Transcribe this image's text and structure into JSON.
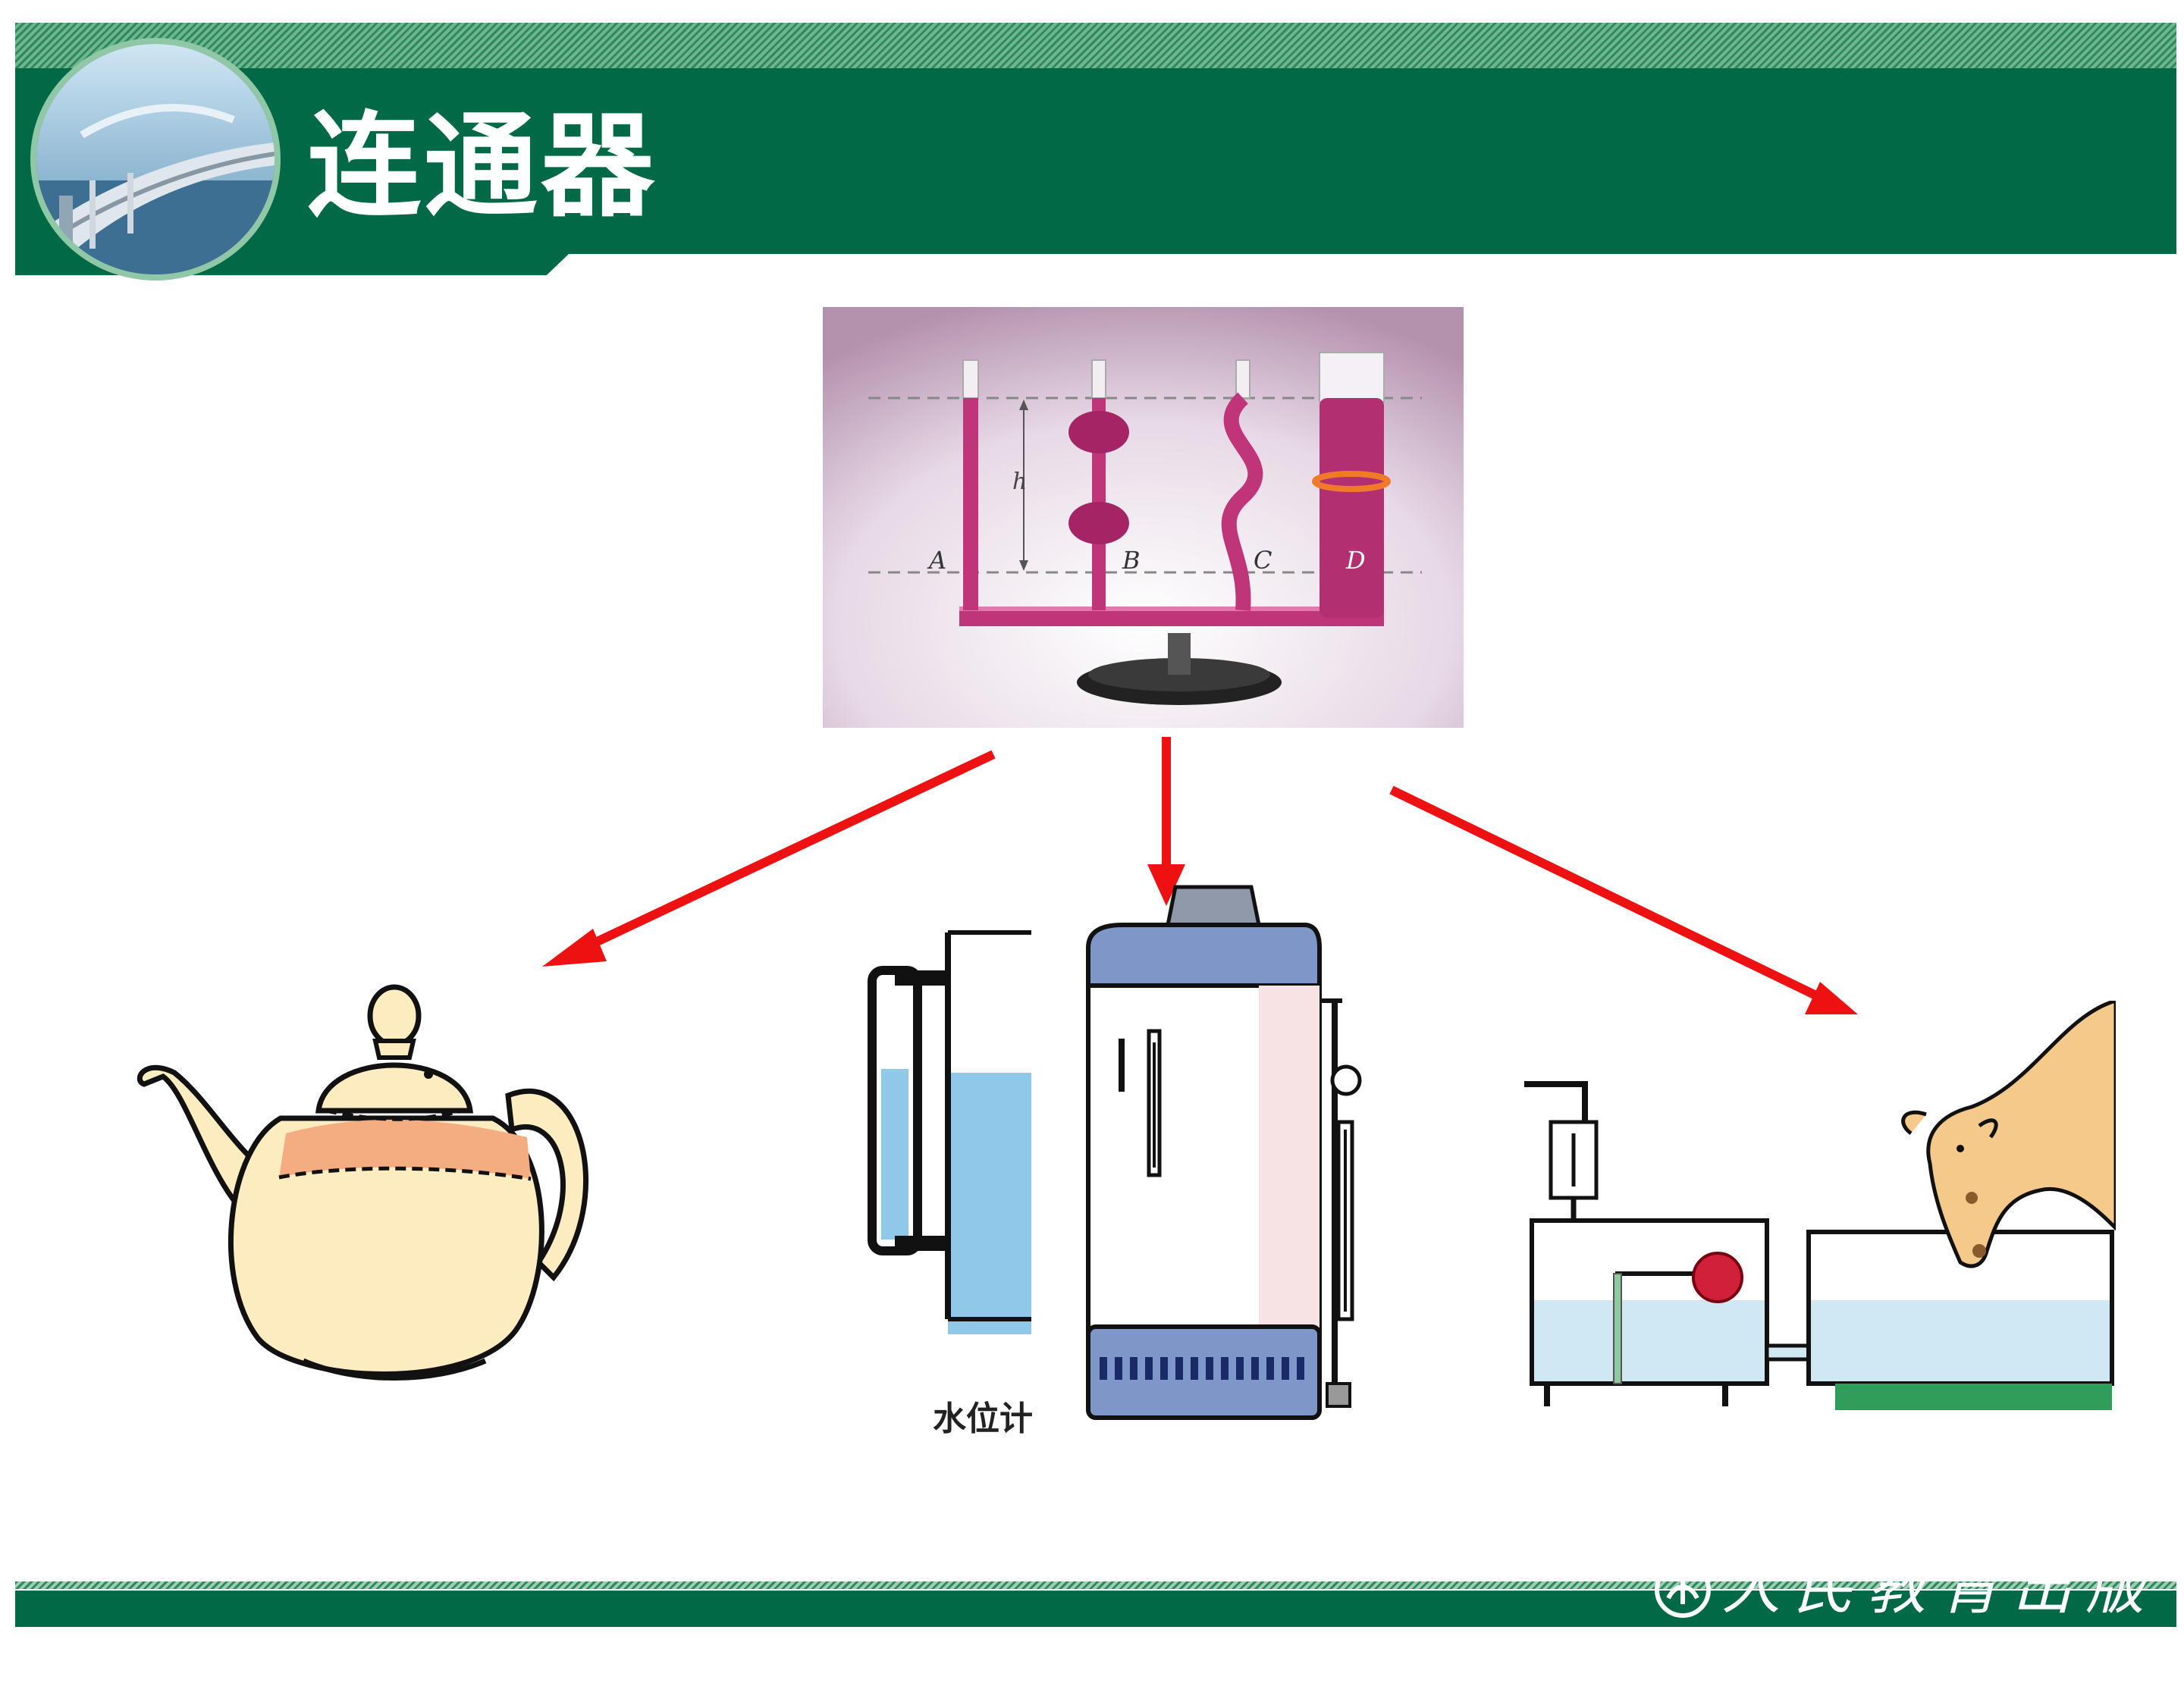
{
  "header": {
    "title": "连通器"
  },
  "apparatus": {
    "labels": [
      "A",
      "B",
      "C",
      "D"
    ],
    "height_label": "h"
  },
  "water_gauge": {
    "caption": "水位计"
  },
  "footer": {
    "publisher": "人民教育出版社"
  },
  "colors": {
    "brand_green": "#006a46",
    "arrow_red": "#ee1111",
    "liquid": "#b03070",
    "water": "#8ec9ea"
  },
  "icons": [
    "bridge-logo-icon",
    "pep-logo-icon"
  ]
}
